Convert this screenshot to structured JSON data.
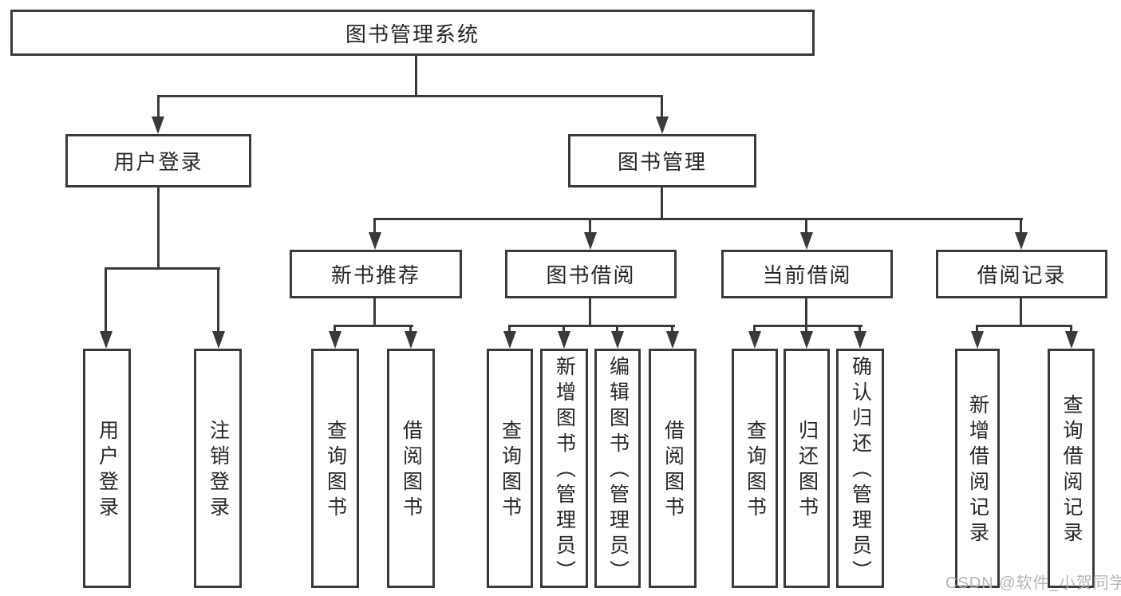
{
  "colors": {
    "line": "#3a3a3a",
    "box_border": "#3a3a3a",
    "box_fill": "#ffffff",
    "text": "#262626",
    "watermark": "#b5b5b5",
    "background": "#ffffff"
  },
  "watermark": {
    "text": "CSDN @软件_小贺同学"
  },
  "tree": {
    "label": "图书管理系统",
    "children": [
      {
        "label": "用户登录",
        "children": [
          {
            "label": "用户登录"
          },
          {
            "label": "注销登录"
          }
        ]
      },
      {
        "label": "图书管理",
        "children": [
          {
            "label": "新书推荐",
            "children": [
              {
                "label": "查询图书"
              },
              {
                "label": "借阅图书"
              }
            ]
          },
          {
            "label": "图书借阅",
            "children": [
              {
                "label": "查询图书"
              },
              {
                "label": "新增图书（管理员）"
              },
              {
                "label": "编辑图书（管理员）"
              },
              {
                "label": "借阅图书"
              }
            ]
          },
          {
            "label": "当前借阅",
            "children": [
              {
                "label": "查询图书"
              },
              {
                "label": "归还图书"
              },
              {
                "label": "确认归还（管理员）"
              }
            ]
          },
          {
            "label": "借阅记录",
            "children": [
              {
                "label": "新增借阅记录"
              },
              {
                "label": "查询借阅记录"
              }
            ]
          }
        ]
      }
    ]
  }
}
